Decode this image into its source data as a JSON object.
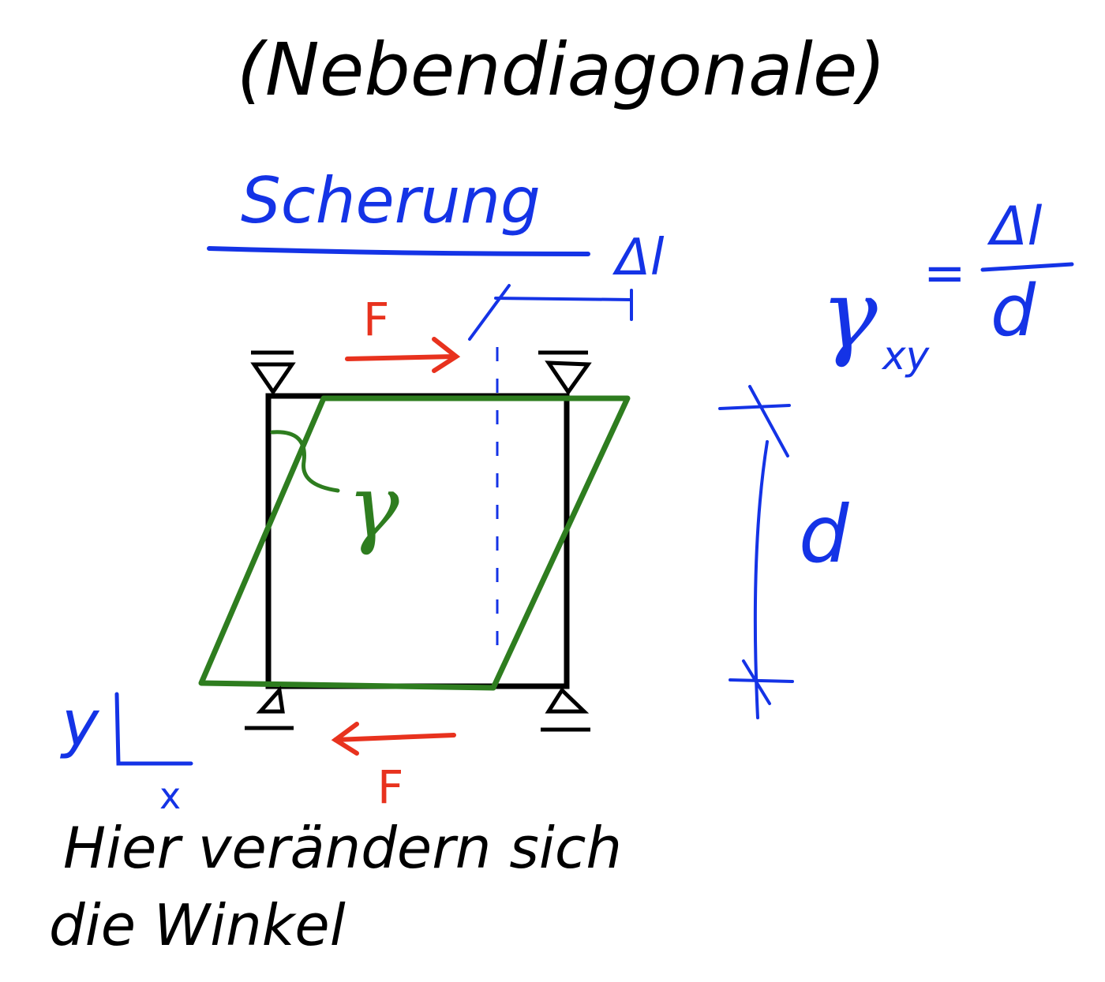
{
  "header": {
    "text": "(Nebendiagonale)"
  },
  "section": {
    "title": "Scherung"
  },
  "labels": {
    "force_top": "F",
    "force_bottom": "F",
    "delta_l": "Δl",
    "gamma": "γ",
    "height": "d",
    "axis_y": "y",
    "axis_x": "x"
  },
  "formula": {
    "lhs_symbol": "γ",
    "lhs_subscript": "xy",
    "equals": "=",
    "numerator": "Δl",
    "denominator": "d"
  },
  "note": {
    "line1": "Hier verändern sich",
    "line2": "die Winkel"
  },
  "colors": {
    "ink_black": "#000000",
    "ink_blue": "#1433e6",
    "ink_red": "#e8321e",
    "ink_green": "#2e7d1f"
  }
}
